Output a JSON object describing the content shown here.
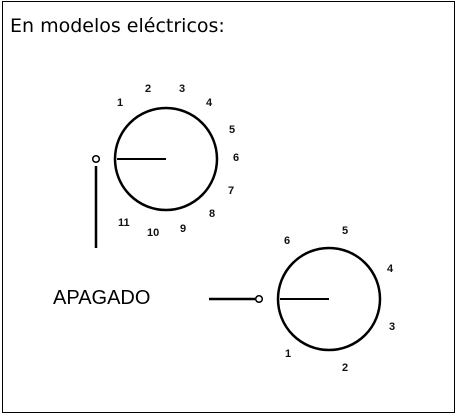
{
  "heading": "En modelos eléctricos:",
  "off_label": "APAGADO",
  "dial_large": {
    "numbers": [
      "1",
      "2",
      "3",
      "4",
      "5",
      "6",
      "7",
      "8",
      "9",
      "10",
      "11"
    ]
  },
  "dial_small": {
    "numbers": [
      "1",
      "2",
      "3",
      "4",
      "5",
      "6"
    ]
  }
}
